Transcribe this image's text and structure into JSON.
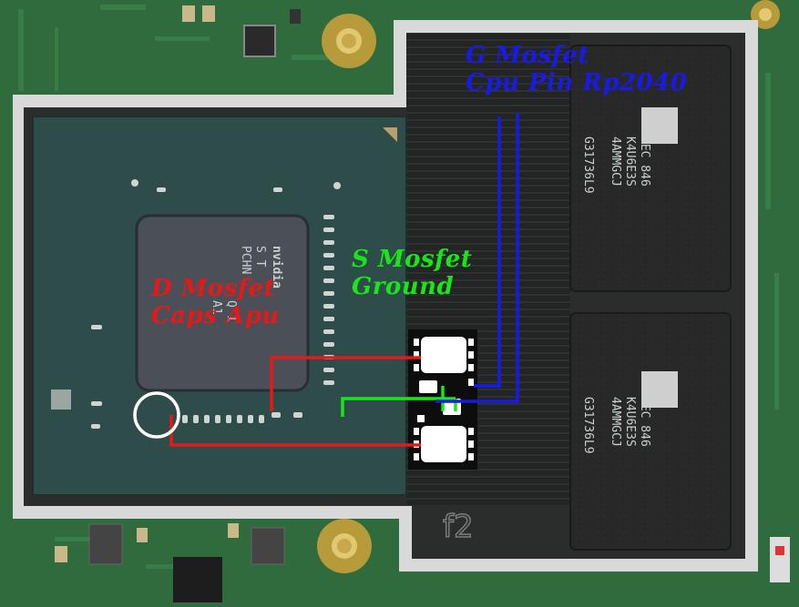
{
  "annotations": {
    "gate": {
      "line1": "G Mosfet",
      "line2": "Cpu Pin Rp2040"
    },
    "source": {
      "line1": "S Mosfet",
      "line2": "Ground"
    },
    "drain": {
      "line1": "D Mosfet",
      "line2": "Caps Apu"
    }
  },
  "chips": {
    "gpu": {
      "line1": "S T",
      "line2": "PCHN",
      "line3": "Q 1",
      "line4": "A1"
    },
    "ram_top": {
      "line1": "SEC 846",
      "line2": "K4U6E3S",
      "line3": "4AMMGCJ",
      "line4": "G31736L9"
    },
    "ram_bottom": {
      "line1": "SEC 846",
      "line2": "K4U6E3S",
      "line3": "4AMMGCJ",
      "line4": "G31736L9"
    },
    "board_mark": "f2"
  },
  "colors": {
    "gate_wire": "#1a1ae6",
    "source_wire": "#19e619",
    "drain_wire": "#e61919",
    "pcb": "#2f6b3d",
    "shield": "#2b2d2c"
  }
}
